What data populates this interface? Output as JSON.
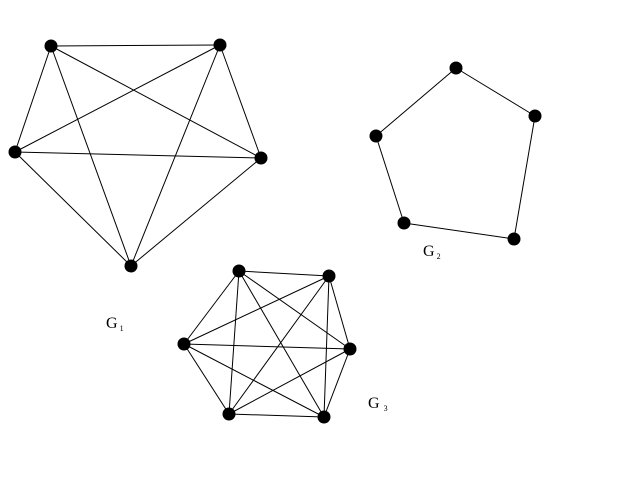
{
  "graphs": [
    {
      "label": "G",
      "subscript": "1",
      "type": "complete",
      "vertex_count": 5,
      "edges": [
        [
          0,
          1
        ],
        [
          0,
          2
        ],
        [
          0,
          3
        ],
        [
          0,
          4
        ],
        [
          1,
          2
        ],
        [
          1,
          3
        ],
        [
          1,
          4
        ],
        [
          2,
          3
        ],
        [
          2,
          4
        ],
        [
          3,
          4
        ]
      ]
    },
    {
      "label": "G",
      "subscript": "2",
      "type": "cycle",
      "vertex_count": 5,
      "edges": [
        [
          0,
          1
        ],
        [
          1,
          2
        ],
        [
          2,
          3
        ],
        [
          3,
          4
        ],
        [
          4,
          0
        ]
      ]
    },
    {
      "label": "G",
      "subscript": "3",
      "type": "complete",
      "vertex_count": 6,
      "edges": [
        [
          0,
          1
        ],
        [
          0,
          2
        ],
        [
          0,
          3
        ],
        [
          0,
          4
        ],
        [
          0,
          5
        ],
        [
          1,
          2
        ],
        [
          1,
          3
        ],
        [
          1,
          4
        ],
        [
          1,
          5
        ],
        [
          2,
          3
        ],
        [
          2,
          4
        ],
        [
          2,
          5
        ],
        [
          3,
          4
        ],
        [
          3,
          5
        ],
        [
          4,
          5
        ]
      ]
    }
  ],
  "colors": {
    "vertex": "#000000",
    "edge": "#000000",
    "background": "#ffffff"
  }
}
